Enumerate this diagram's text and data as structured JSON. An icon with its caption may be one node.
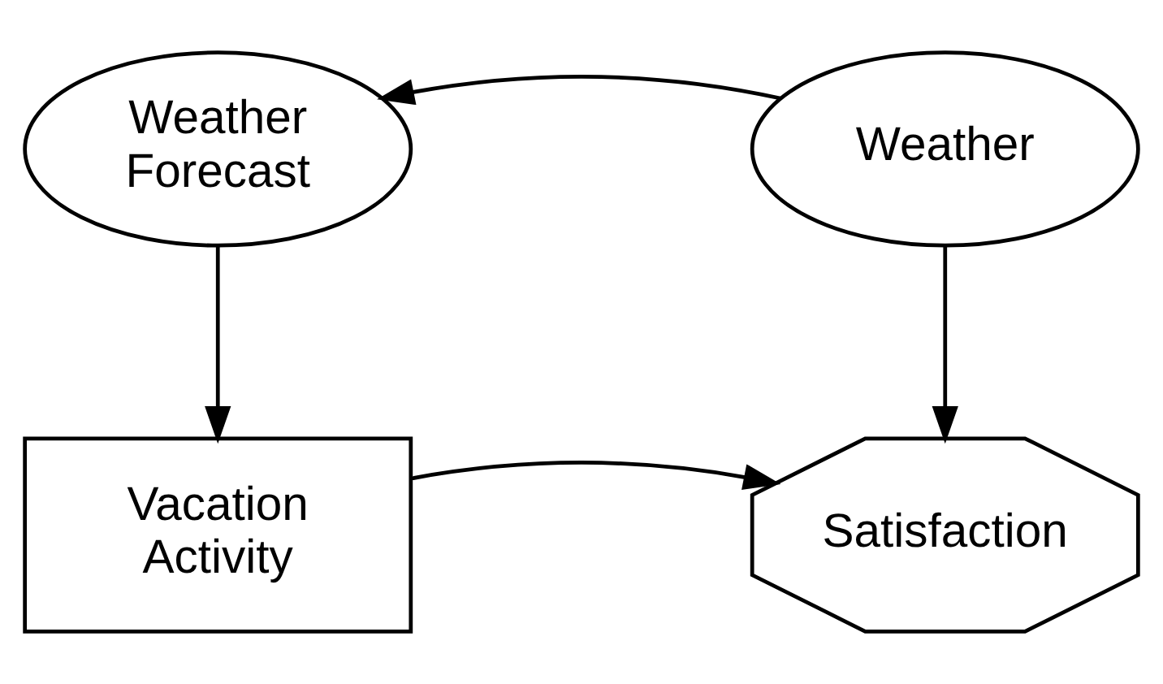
{
  "diagram": {
    "nodes": [
      {
        "text": [
          "Weather Forecast"
        ]
      },
      {
        "text": [
          "Weather"
        ]
      },
      {
        "text": [
          "Vacation Activity"
        ]
      },
      {
        "text": [
          "Satisfaction"
        ]
      }
    ],
    "edges": [
      {
        "from": 1,
        "to": 0,
        "arrow": "to"
      },
      {
        "from": 0,
        "to": 2,
        "arrow": "to"
      },
      {
        "from": 1,
        "to": 3,
        "arrow": "to"
      },
      {
        "from": 2,
        "to": 3,
        "arrow": "to"
      }
    ]
  }
}
